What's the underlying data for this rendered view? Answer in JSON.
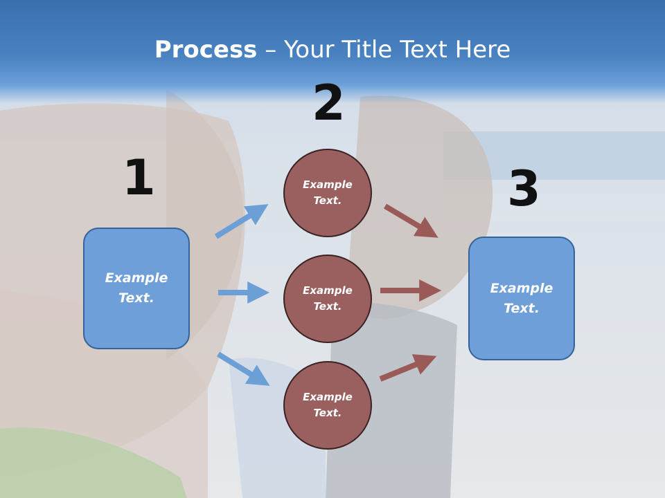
{
  "title": {
    "bold": "Process",
    "rest": " – Your Title Text Here"
  },
  "numbers": {
    "one": "1",
    "two": "2",
    "three": "3"
  },
  "left_box": {
    "text": "Example\nText."
  },
  "circles": [
    {
      "text": "Example\nText."
    },
    {
      "text": "Example\nText."
    },
    {
      "text": "Example\nText."
    }
  ],
  "right_box": {
    "text": "Example\nText."
  },
  "colors": {
    "blue_box": "#6f9fd8",
    "circle": "#9a6060",
    "blue_arrow": "#6c9fd6",
    "red_arrow": "#9a5a58"
  }
}
